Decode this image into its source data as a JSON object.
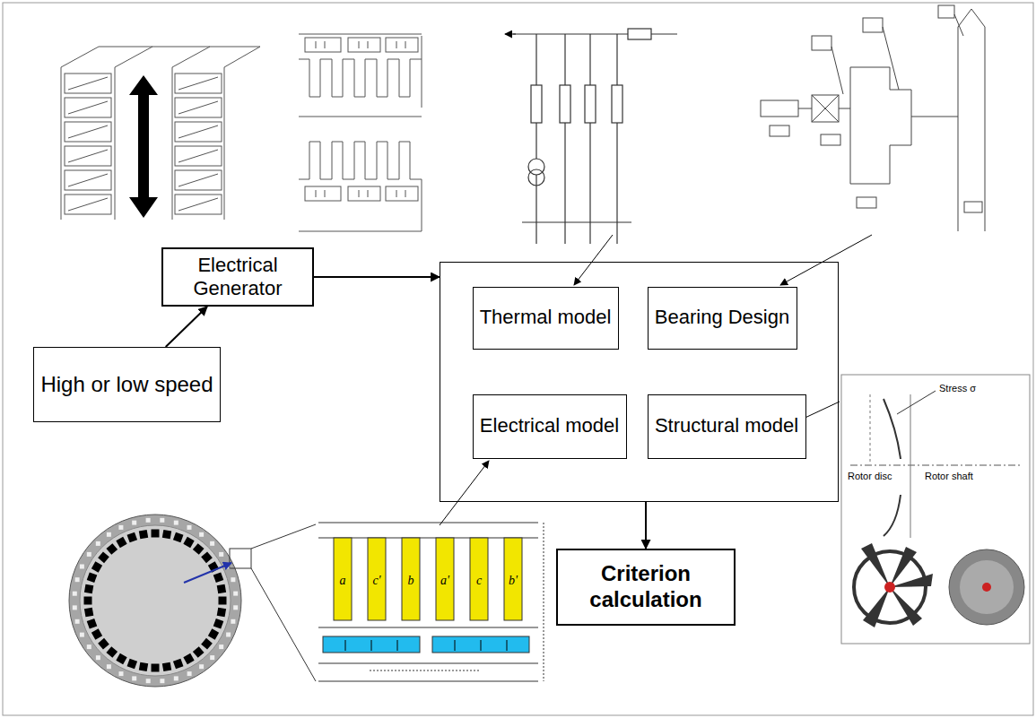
{
  "diagram": {
    "nodes": [
      {
        "text": []
      },
      {
        "text": [
          "Thermal model"
        ],
        "in": 0
      },
      {
        "text": [
          "Bearing Design"
        ],
        "in": 0
      },
      {
        "text": [
          "Electrical model"
        ],
        "in": 0
      },
      {
        "text": [
          "Structural model"
        ],
        "in": 0
      },
      {
        "text": [
          "Electrical Generator"
        ]
      },
      {
        "text": [
          "High or low speed"
        ]
      },
      {
        "text": [
          "Criterion calculation"
        ]
      }
    ],
    "edges": [
      {
        "from": 6,
        "to": 5,
        "arrow": "to"
      },
      {
        "from": 5,
        "to": 0,
        "arrow": "to"
      },
      {
        "from": 0,
        "to": 7,
        "arrow": "to"
      }
    ],
    "labels": [
      "a",
      "c'",
      "b",
      "a'",
      "c",
      "b'",
      "Stress σ",
      "Rotor disc",
      "Rotor shaft"
    ]
  }
}
